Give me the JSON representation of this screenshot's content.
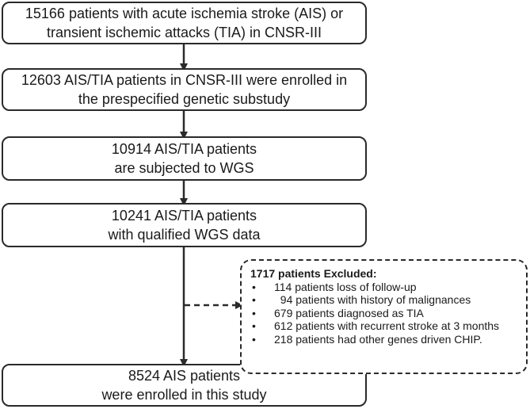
{
  "flow": {
    "step1": {
      "lines": [
        "15166 patients with acute ischemia stroke (AIS) or",
        "transient ischemic attacks (TIA) in CNSR-III"
      ]
    },
    "step2": {
      "lines": [
        "12603 AIS/TIA patients in CNSR-III were enrolled in",
        "the prespecified genetic substudy"
      ]
    },
    "step3": {
      "lines": [
        "10914 AIS/TIA patients",
        "are subjected to WGS"
      ]
    },
    "step4": {
      "lines": [
        "10241 AIS/TIA patients",
        "with qualified WGS data"
      ]
    },
    "step5": {
      "lines": [
        "8524 AIS patients",
        "were enrolled in this study"
      ]
    }
  },
  "exclusion": {
    "title": "1717 patients Excluded:",
    "bullet": "•",
    "items": [
      "114 patients loss of follow-up",
      "  94 patients with history of malignances",
      "679 patients diagnosed as TIA",
      "612 patients with recurrent stroke at 3 months",
      "218 patients had other genes driven CHIP."
    ]
  }
}
